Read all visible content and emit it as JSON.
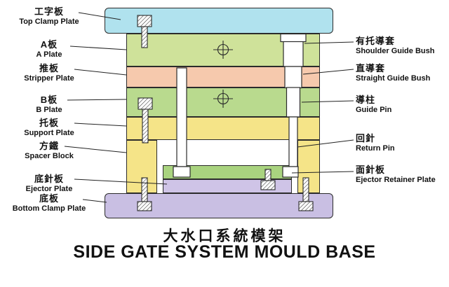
{
  "title": {
    "zh": "大水口系統模架",
    "en": "SIDE GATE SYSTEM MOULD BASE"
  },
  "labels_left": [
    {
      "zh": "工字板",
      "en": "Top Clamp Plate"
    },
    {
      "zh": "A板",
      "en": "A Plate"
    },
    {
      "zh": "推板",
      "en": "Stripper Plate"
    },
    {
      "zh": "B板",
      "en": "B Plate"
    },
    {
      "zh": "托板",
      "en": "Support Plate"
    },
    {
      "zh": "方鐵",
      "en": "Spacer Block"
    },
    {
      "zh": "底針板",
      "en": "Ejector Plate"
    },
    {
      "zh": "底板",
      "en": "Bottom Clamp Plate"
    }
  ],
  "labels_right": [
    {
      "zh": "有托導套",
      "en": "Shoulder Guide Bush"
    },
    {
      "zh": "直導套",
      "en": "Straight Guide Bush"
    },
    {
      "zh": "導柱",
      "en": "Guide Pin"
    },
    {
      "zh": "回針",
      "en": "Return Pin"
    },
    {
      "zh": "面針板",
      "en": "Ejector Retainer Plate"
    }
  ],
  "palette": {
    "top_clamp_plate": "#b0e2ee",
    "a_plate": "#cfe29a",
    "stripper_plate": "#f6c9ad",
    "b_plate": "#b9da8e",
    "support_plate": "#f5e488",
    "spacer_block": "#f5e488",
    "ejector_retainer_plate": "#a9d37f",
    "ejector_plate": "#cfc4e7",
    "bottom_clamp_plate": "#c9bfe3",
    "pin_fill": "#ffffff",
    "outline": "#2b2b2b"
  },
  "icons": {
    "screw": "hatched socket-head cap screw",
    "center_mark": "circle with crosshair",
    "leader_line": "thin black leader line"
  }
}
